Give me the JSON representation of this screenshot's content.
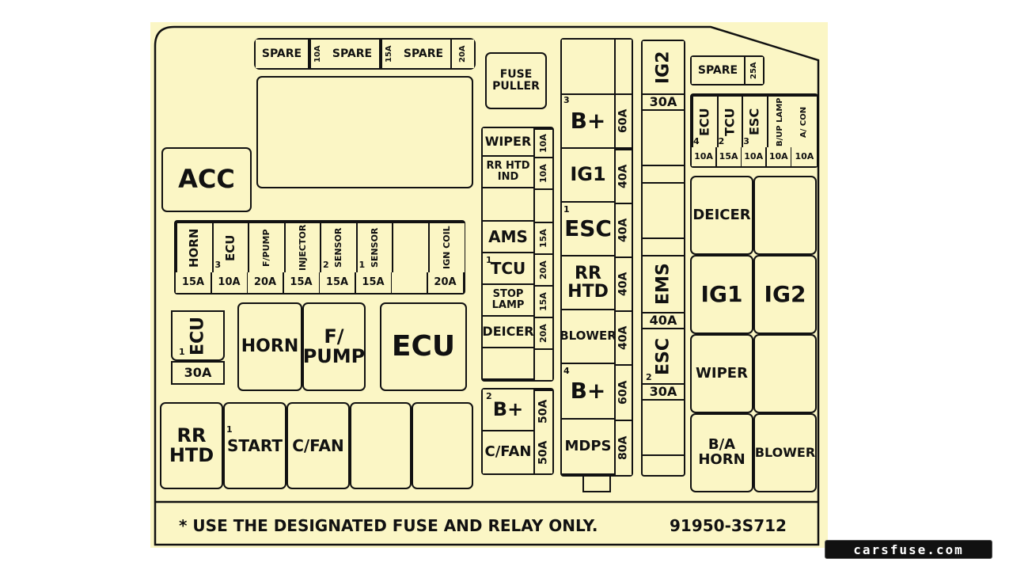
{
  "spare_row": {
    "s1": {
      "name": "SPARE",
      "amp": "10A"
    },
    "s2": {
      "name": "SPARE",
      "amp": "15A"
    },
    "s3": {
      "name": "SPARE",
      "amp": "20A"
    },
    "s4": {
      "name": "SPARE",
      "amp": "25A"
    }
  },
  "fuse_puller": "FUSE PULLER",
  "acc": "ACC",
  "mini_row": [
    {
      "name": "HORN",
      "amp": "15A",
      "num": ""
    },
    {
      "name": "ECU",
      "amp": "10A",
      "num": "3"
    },
    {
      "name": "F/PUMP",
      "amp": "20A",
      "num": ""
    },
    {
      "name": "INJECTOR",
      "amp": "15A",
      "num": ""
    },
    {
      "name": "SENSOR",
      "amp": "15A",
      "num": "2"
    },
    {
      "name": "SENSOR",
      "amp": "15A",
      "num": "1"
    },
    {
      "name": "",
      "amp": "",
      "num": ""
    },
    {
      "name": "IGN COIL",
      "amp": "20A",
      "num": ""
    }
  ],
  "ecu_small": {
    "name": "ECU",
    "amp": "30A",
    "num": "1"
  },
  "relays_mid": {
    "horn": "HORN",
    "fpump": "F/ PUMP",
    "ecu": "ECU"
  },
  "relays_bottom": {
    "rrhtd": "RR HTD",
    "start": "START",
    "start_num": "1",
    "cfan": "C/FAN"
  },
  "center_col": [
    {
      "name": "WIPER",
      "amp": "10A",
      "num": ""
    },
    {
      "name": "RR HTD IND",
      "amp": "10A",
      "num": ""
    },
    {
      "name": "",
      "amp": "",
      "num": ""
    },
    {
      "name": "AMS",
      "amp": "15A",
      "num": ""
    },
    {
      "name": "TCU",
      "amp": "20A",
      "num": "1"
    },
    {
      "name": "STOP LAMP",
      "amp": "15A",
      "num": ""
    },
    {
      "name": "DEICER",
      "amp": "20A",
      "num": ""
    },
    {
      "name": "",
      "amp": "",
      "num": ""
    }
  ],
  "center_bottom": [
    {
      "name": "B+",
      "amp": "50A",
      "num": "2"
    },
    {
      "name": "C/FAN",
      "amp": "50A",
      "num": ""
    }
  ],
  "maxi_col": [
    {
      "name": "B+",
      "amp": "60A",
      "num": "3"
    },
    {
      "name": "IG1",
      "amp": "40A",
      "num": ""
    },
    {
      "name": "ESC",
      "amp": "40A",
      "num": "1"
    },
    {
      "name": "RR HTD",
      "amp": "40A",
      "num": ""
    },
    {
      "name": "BLOWER",
      "amp": "40A",
      "num": ""
    },
    {
      "name": "B+",
      "amp": "60A",
      "num": "4"
    },
    {
      "name": "MDPS",
      "amp": "80A",
      "num": ""
    }
  ],
  "narrow_col": {
    "ig2": {
      "name": "IG2",
      "amp": "30A"
    },
    "ems": {
      "name": "EMS",
      "amp": "40A"
    },
    "esc": {
      "name": "ESC",
      "amp": "30A",
      "num": "2"
    }
  },
  "right_mini": [
    {
      "name": "ECU",
      "amp": "10A",
      "num": "4"
    },
    {
      "name": "TCU",
      "amp": "15A",
      "num": "2"
    },
    {
      "name": "ESC",
      "amp": "10A",
      "num": "3"
    },
    {
      "name": "B/UP LAMP",
      "amp": "10A",
      "num": ""
    },
    {
      "name": "A/ CON",
      "amp": "10A",
      "num": ""
    }
  ],
  "right_relays": {
    "deicer": "DEICER",
    "ig1": "IG1",
    "ig2": "IG2",
    "wiper": "WIPER",
    "ba_horn": "B/A HORN",
    "blower": "BLOWER"
  },
  "notice": {
    "text": "* USE THE DESIGNATED FUSE AND RELAY ONLY.",
    "part_number": "91950-3S712"
  },
  "watermark": "carsfuse.com",
  "colors": {
    "panel": "#fbf6c5",
    "line": "#111111"
  }
}
